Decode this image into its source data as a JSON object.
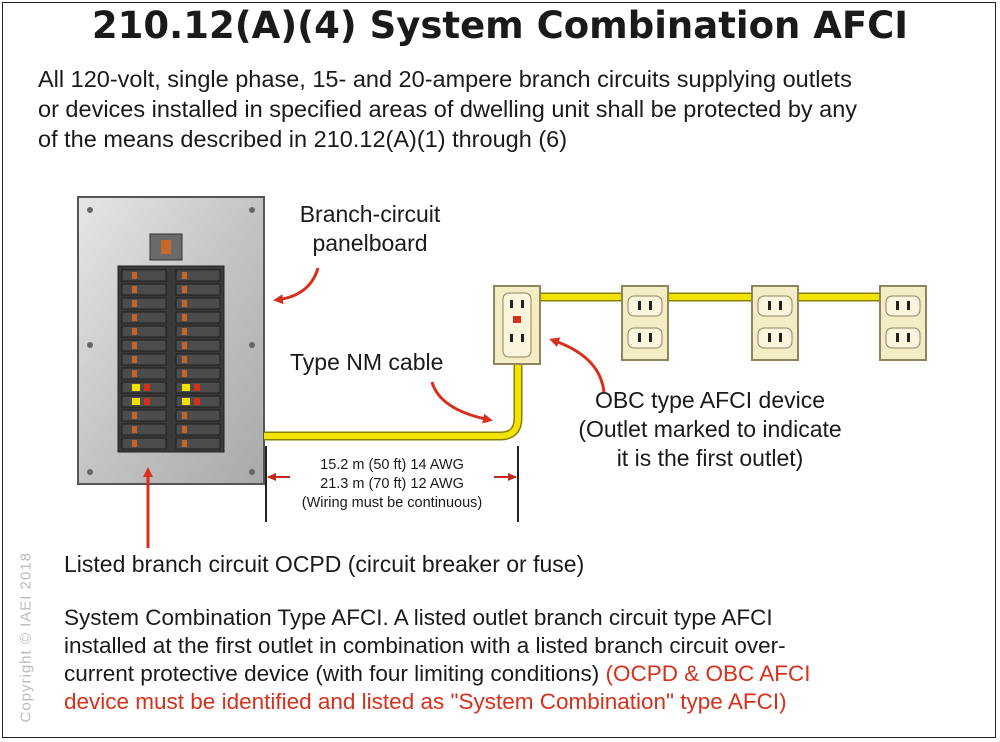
{
  "title": "210.12(A)(4) System Combination AFCI",
  "intro_lines": [
    "All 120-volt, single phase, 15- and 20-ampere branch circuits supplying outlets",
    "or devices installed in specified areas of dwelling unit shall be protected by any",
    "of the means described in 210.12(A)(1) through (6)"
  ],
  "labels": {
    "panelboard_line1": "Branch-circuit",
    "panelboard_line2": "panelboard",
    "cable": "Type NM cable",
    "afci_line1": "OBC type AFCI device",
    "afci_line2": "(Outlet marked to indicate",
    "afci_line3": "it is the first outlet)",
    "ocpd": "Listed branch circuit OCPD (circuit breaker or fuse)"
  },
  "wiring_spec": {
    "line1": "15.2 m (50 ft) 14 AWG",
    "line2": "21.3 m (70 ft) 12 AWG",
    "line3": "(Wiring must be continuous)"
  },
  "bottom_text": {
    "line1": "System Combination Type AFCI. A listed outlet branch circuit type AFCI",
    "line2": "installed at the first outlet in combination with a listed branch circuit over-",
    "line3_black": "current protective device (with four limiting conditions) ",
    "line3_red": "(OCPD & OBC AFCI",
    "line4_red": "device must be identified and listed as \"System Combination\" type AFCI)"
  },
  "copyright": "Copyright © IAEI 2018",
  "colors": {
    "accent_red": "#d6301c",
    "cable_yellow": "#f2e300",
    "outlet_cream": "#f4ecc4",
    "panel_gray": "#c9c9c9"
  }
}
